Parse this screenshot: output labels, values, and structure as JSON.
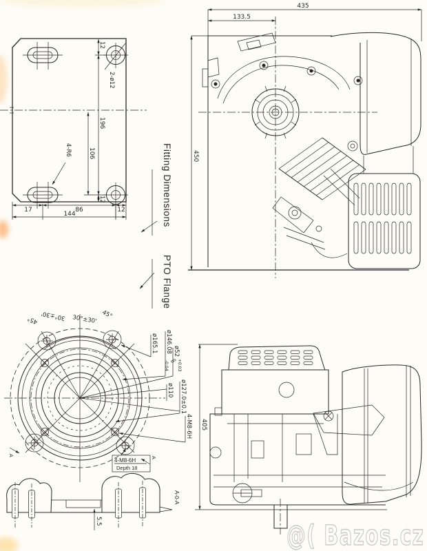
{
  "drawing": {
    "plate": {
      "dim_12_top": "12",
      "hole_note": "2-ø12",
      "dim_196": "196",
      "dim_106": "106",
      "radius_note": "4-R6",
      "dim_12_v": "12",
      "dim_17": "17",
      "dim_86": "86",
      "dim_12_h": "12",
      "dim_144": "144"
    },
    "labels": {
      "fitting_dimensions": "Fitting Dimensions",
      "pto_flange": "PTO Flange"
    },
    "front": {
      "dim_435": "435",
      "dim_133_5": "133.5",
      "dim_450": "450"
    },
    "pto": {
      "angle_45_r": "45°",
      "angle_30_r": "30°±30'",
      "angle_30_l": "30°±30'",
      "angle_45_l": "45°",
      "dia_165": "ø165.1",
      "dia_146": "ø146.08",
      "dia_146_up": "0",
      "dia_146_lo": "-0.04",
      "dia_52": "ø52",
      "dia_52_up": "+0.03",
      "dia_52_lo": "0",
      "dia_110": "ø110",
      "dia_127": "ø127.0±0.1",
      "bolt_note": "4-M8-6H",
      "box_line1": "4-M8-6H",
      "box_line2": "Depth 18",
      "section_a": "A"
    },
    "side": {
      "dim_405": "405"
    },
    "section": {
      "label": "A-0-A",
      "dim_5_5": "5.5"
    }
  },
  "watermark": {
    "text": "@( Bazos.cz"
  },
  "colors": {
    "ink": "#242424",
    "paper": "#fdfcf7",
    "watermark": "#c7c7c7"
  }
}
